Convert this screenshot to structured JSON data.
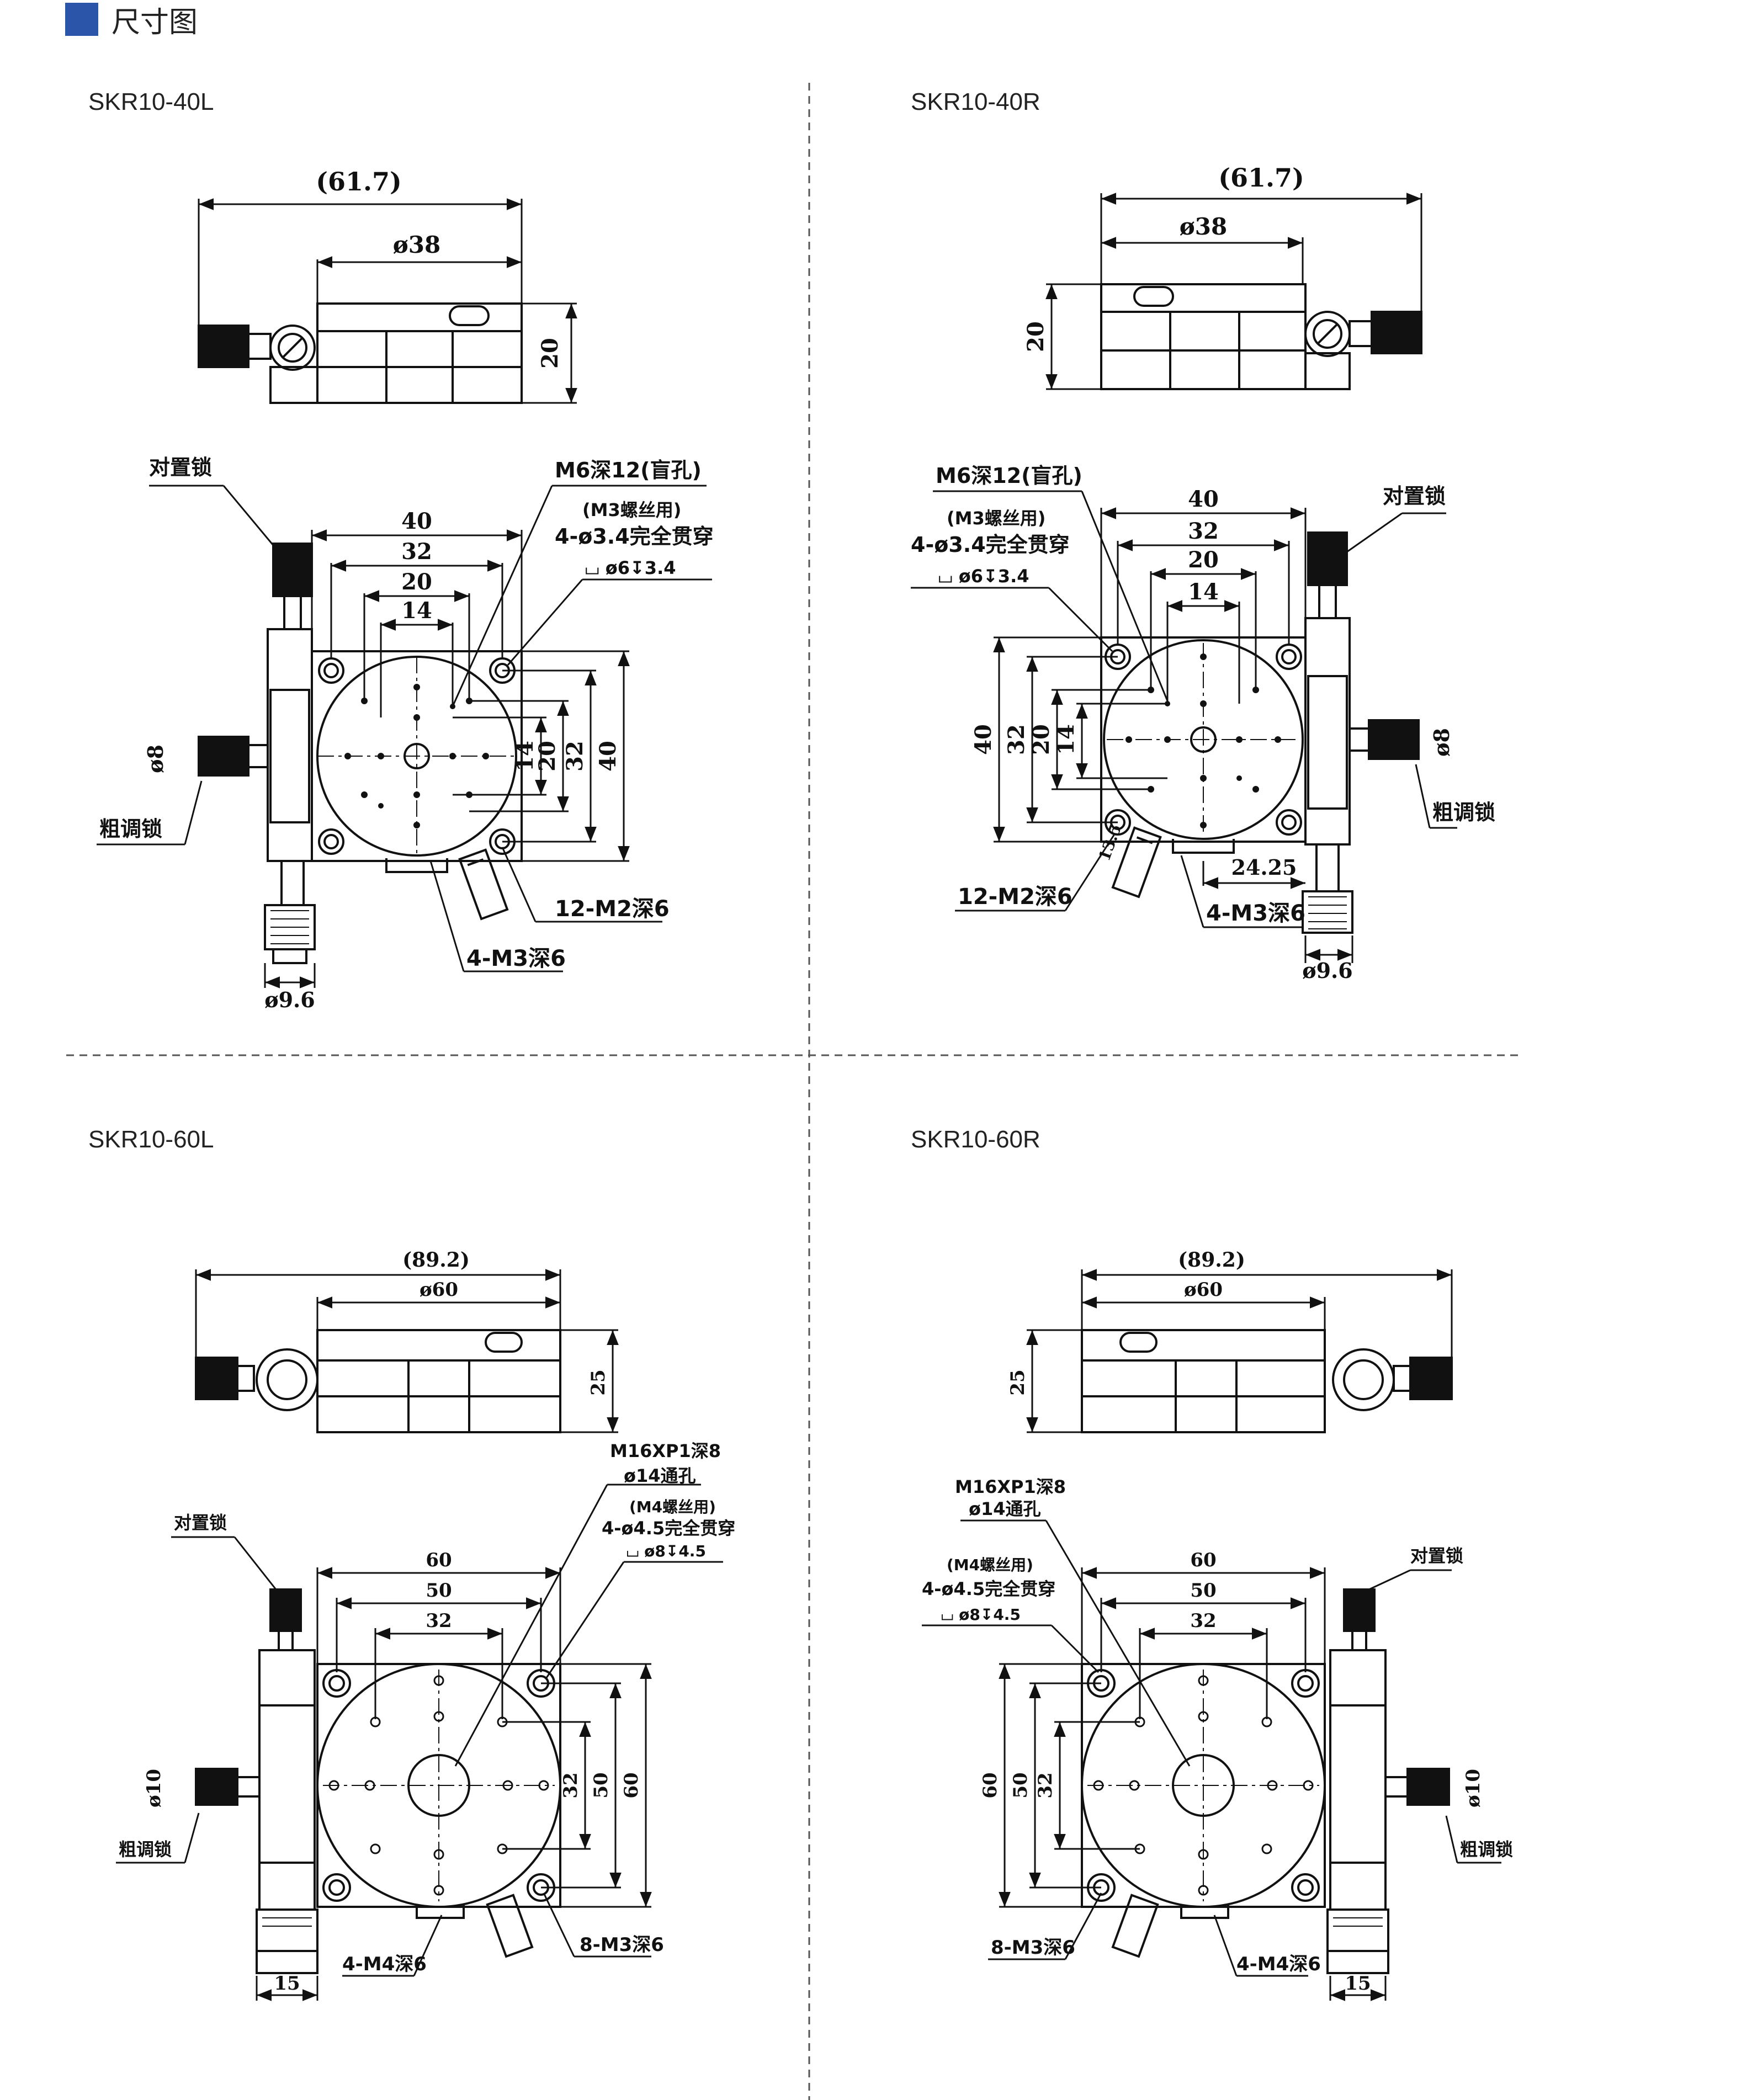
{
  "header": {
    "title": "尺寸图",
    "accent_color": "#2a55a9"
  },
  "panels": [
    {
      "id": "skr10-40l",
      "title": "SKR10-40L",
      "side": {
        "overall": "(61.7)",
        "dia": "ø38",
        "height": "20"
      },
      "top": {
        "widths": [
          "40",
          "32",
          "20",
          "14"
        ],
        "heights": [
          "14",
          "20",
          "32",
          "40"
        ],
        "thread_callout": "M6深12(盲孔)",
        "mount_note": "(M3螺丝用)",
        "mount_holes": "4-ø3.4完全贯穿",
        "counterbore": "⌴ ø6↧3.4",
        "lock_top": "对置锁",
        "lock_side": "粗调锁",
        "knob_dia": "ø8",
        "micro_dia": "ø9.6",
        "holes_a": "12-M2深6",
        "holes_b": "4-M3深6"
      }
    },
    {
      "id": "skr10-40r",
      "title": "SKR10-40R",
      "side": {
        "overall": "(61.7)",
        "dia": "ø38",
        "height": "20"
      },
      "top": {
        "widths": [
          "40",
          "32",
          "20",
          "14"
        ],
        "heights": [
          "40",
          "32",
          "20",
          "14"
        ],
        "thread_callout": "M6深12(盲孔)",
        "mount_note": "(M3螺丝用)",
        "mount_holes": "4-ø3.4完全贯穿",
        "counterbore": "⌴ ø6↧3.4",
        "lock_top": "对置锁",
        "lock_side": "粗调锁",
        "knob_dia": "ø8",
        "micro_dia": "ø9.6",
        "offset": "24.25",
        "small_dim": "13.5",
        "holes_a": "12-M2深6",
        "holes_b": "4-M3深6"
      }
    },
    {
      "id": "skr10-60l",
      "title": "SKR10-60L",
      "side": {
        "overall": "(89.2)",
        "dia": "ø60",
        "height": "25"
      },
      "top": {
        "widths": [
          "60",
          "50",
          "32"
        ],
        "heights": [
          "32",
          "50",
          "60"
        ],
        "thread_callout": "M16XP1深8",
        "thru_hole": "ø14通孔",
        "mount_note": "(M4螺丝用)",
        "mount_holes": "4-ø4.5完全贯穿",
        "counterbore": "⌴ ø8↧4.5",
        "lock_top": "对置锁",
        "lock_side": "粗调锁",
        "knob_dia": "ø10",
        "micro_dia": "15",
        "holes_a": "4-M4深6",
        "holes_b": "8-M3深6"
      }
    },
    {
      "id": "skr10-60r",
      "title": "SKR10-60R",
      "side": {
        "overall": "(89.2)",
        "dia": "ø60",
        "height": "25"
      },
      "top": {
        "widths": [
          "60",
          "50",
          "32"
        ],
        "heights": [
          "60",
          "50",
          "32"
        ],
        "thread_callout": "M16XP1深8",
        "thru_hole": "ø14通孔",
        "mount_note": "(M4螺丝用)",
        "mount_holes": "4-ø4.5完全贯穿",
        "counterbore": "⌴ ø8↧4.5",
        "lock_top": "对置锁",
        "lock_side": "粗调锁",
        "knob_dia": "ø10",
        "micro_dia": "15",
        "holes_a": "8-M3深6",
        "holes_b": "4-M4深6"
      }
    }
  ]
}
